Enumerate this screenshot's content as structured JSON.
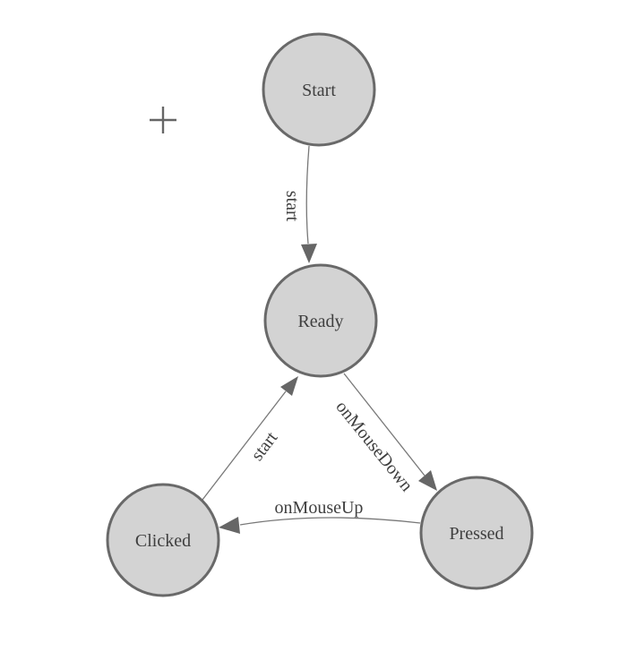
{
  "diagram": {
    "type": "state-machine",
    "background": "#ffffff"
  },
  "colors": {
    "node_fill": "#d3d3d3",
    "node_stroke": "#696969",
    "edge_line": "#787878",
    "arrow_fill": "#666666",
    "label_text": "#3f3f3f",
    "crosshair": "#666666"
  },
  "nodes": [
    {
      "label": "Start"
    },
    {
      "label": "Ready"
    },
    {
      "label": "Clicked"
    },
    {
      "label": "Pressed"
    }
  ],
  "edges": [
    {
      "from": "Start",
      "to": "Ready",
      "label": "start"
    },
    {
      "from": "Clicked",
      "to": "Ready",
      "label": "start"
    },
    {
      "from": "Ready",
      "to": "Pressed",
      "label": "onMouseDown"
    },
    {
      "from": "Pressed",
      "to": "Clicked",
      "label": "onMouseUp"
    }
  ]
}
